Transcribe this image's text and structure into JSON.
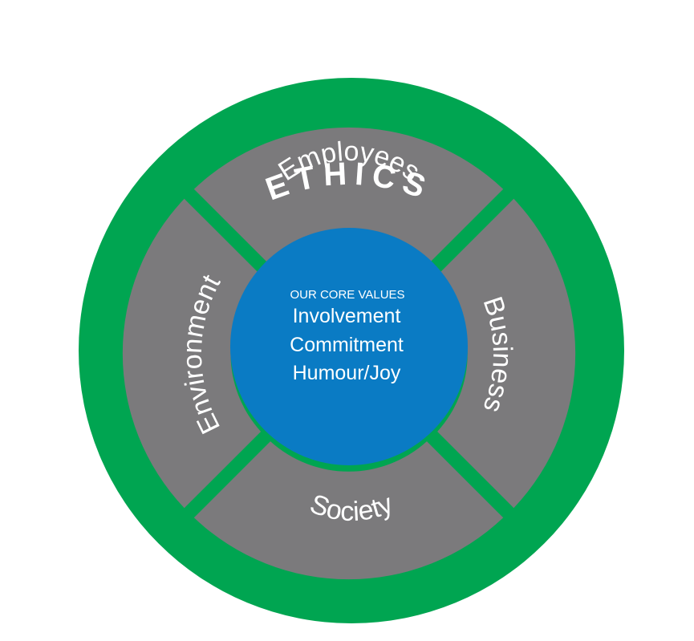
{
  "outer_ring": {
    "label": "ETHICS"
  },
  "sectors": {
    "top": "Employees",
    "right": "Business",
    "bottom": "Society",
    "left": "Environment"
  },
  "core": {
    "heading": "OUR CORE VALUES",
    "values": [
      "Involvement",
      "Commitment",
      "Humour/Joy"
    ]
  },
  "colors": {
    "ring": "#00a551",
    "sector": "#7b7a7c",
    "core": "#0a7bc4",
    "text": "#ffffff"
  }
}
